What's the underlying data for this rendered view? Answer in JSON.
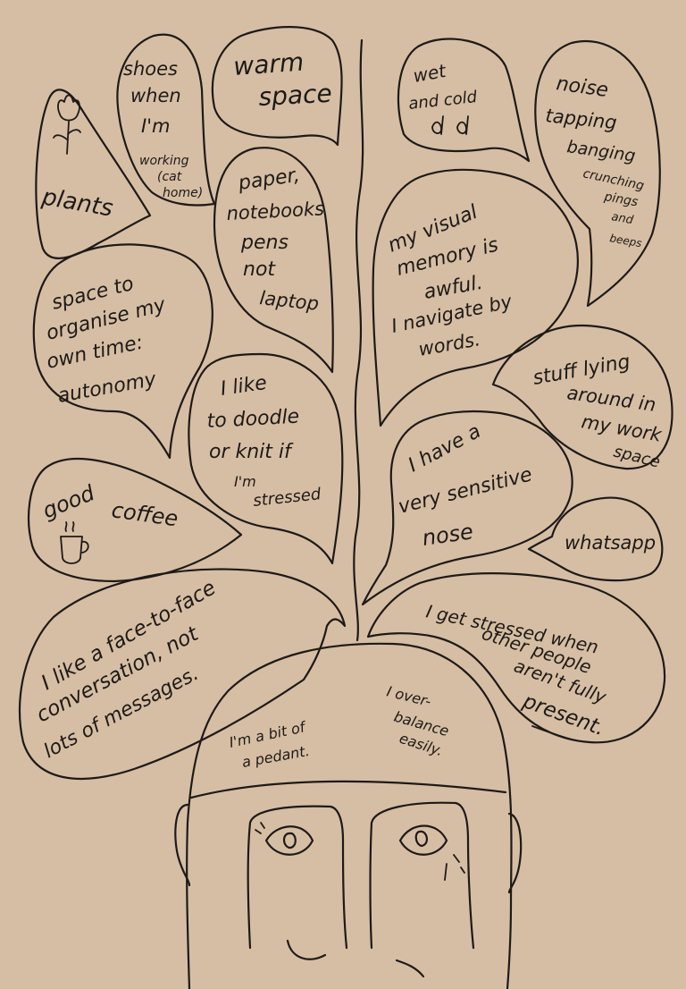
{
  "colors": {
    "paper": "#d6bea4",
    "ink": "#1e1a17"
  },
  "bubbles": {
    "plants": [
      "plants"
    ],
    "shoes": [
      "shoes",
      "when",
      "I'm",
      "working",
      "(cat",
      "home)"
    ],
    "warm_space": [
      "warm",
      "space"
    ],
    "wet_cold": [
      "wet",
      "and cold"
    ],
    "noise": [
      "noise",
      "tapping",
      "banging",
      "crunching",
      "pings",
      "and",
      "beeps"
    ],
    "paper": [
      "paper,",
      "notebooks",
      "pens",
      "not",
      "laptop"
    ],
    "visual_memory": [
      "my visual",
      "memory is",
      "awful.",
      "I navigate by",
      "words."
    ],
    "organise": [
      "space to",
      "organise my",
      "own time:",
      "autonomy"
    ],
    "stuff": [
      "stuff lying",
      "around in",
      "my work",
      "space"
    ],
    "doodle": [
      "I like",
      "to doodle",
      "or knit if",
      "I'm",
      "stressed"
    ],
    "nose": [
      "I have a",
      "very sensitive",
      "nose"
    ],
    "coffee": [
      "good",
      "coffee"
    ],
    "whatsapp": [
      "whatsapp"
    ],
    "face_to_face": [
      "I like a face-to-face",
      "conversation, not",
      "lots of messages."
    ],
    "present": [
      "I get stressed when",
      "other people",
      "aren't fully",
      "present."
    ]
  },
  "head": {
    "pedant": [
      "I'm a bit of",
      "a pedant."
    ],
    "overbalance": [
      "I over-",
      "balance",
      "easily."
    ]
  }
}
